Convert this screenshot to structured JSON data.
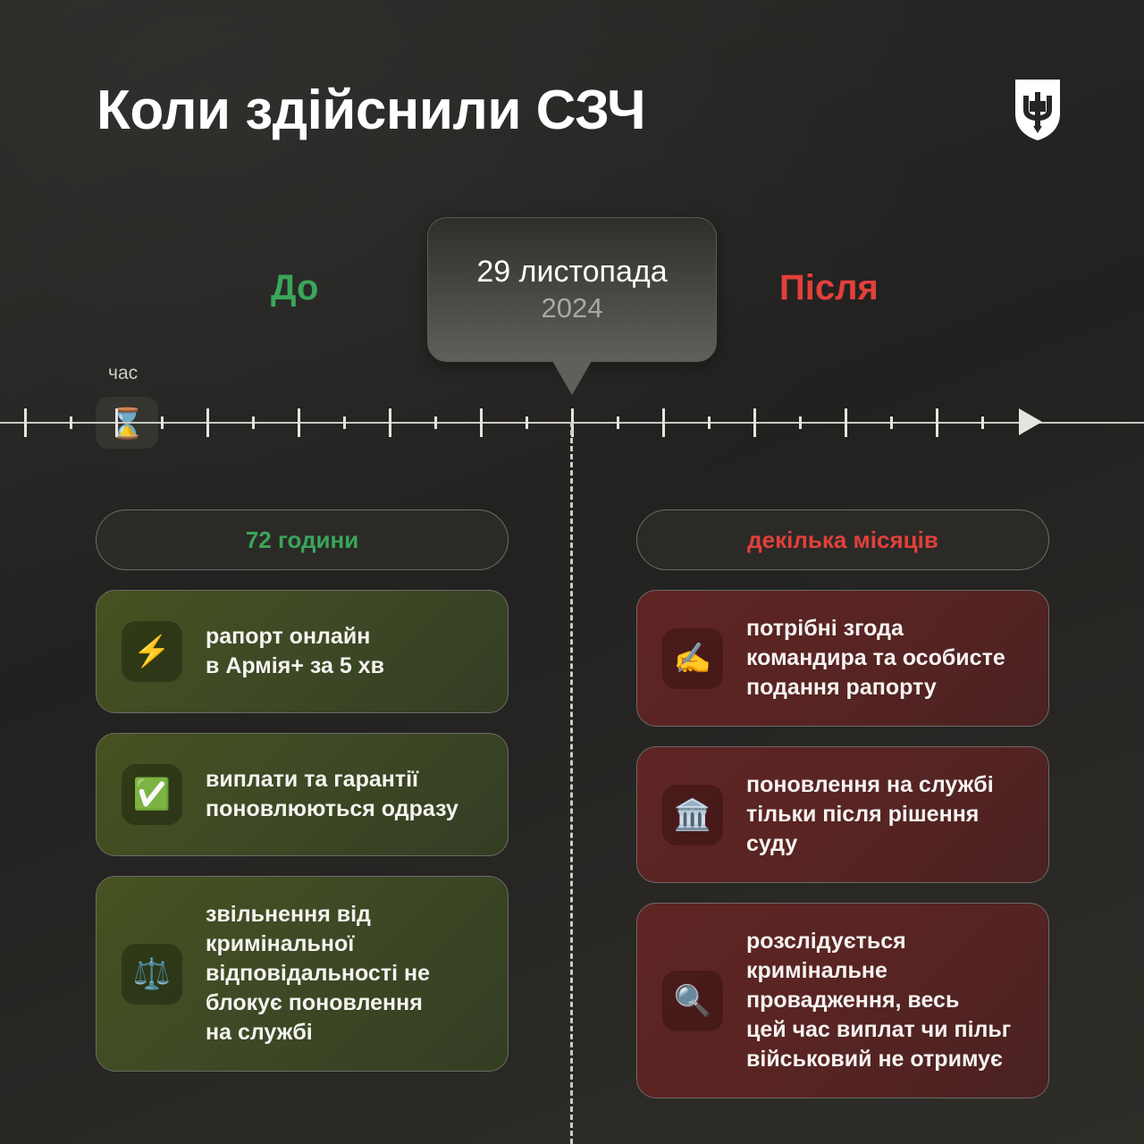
{
  "header": {
    "title": "Коли здійснили СЗЧ",
    "logo_icon": "ukraine-trident-shield-icon"
  },
  "timeline": {
    "time_label": "час",
    "hourglass_icon": "⌛",
    "arrow_icon": "right-arrow-icon",
    "major_ticks": 11,
    "tick_spacing_px": 51
  },
  "date_marker": {
    "day": "29 листопада",
    "year": "2024"
  },
  "periods": {
    "before_label": "До",
    "after_label": "Після"
  },
  "colors": {
    "background": "#262523",
    "green": "#3aa65a",
    "red": "#e2403b",
    "card_green": "#46521f",
    "card_red": "#5e2423",
    "text": "#f4f3f0",
    "muted": "#a9a8a3"
  },
  "columns": {
    "before": {
      "pill": "72 години",
      "cards": [
        {
          "icon": "⚡",
          "icon_name": "lightning-bolt-icon",
          "text": "рапорт онлайн\nв Армія+ за 5 хв"
        },
        {
          "icon": "✅",
          "icon_name": "check-mark-icon",
          "text": "виплати та гарантії\nпоновлюються одразу"
        },
        {
          "icon": "⚖️",
          "icon_name": "balance-scales-icon",
          "text": "звільнення від\nкримінальної\nвідповідальності не\nблокує поновлення\nна службі"
        }
      ]
    },
    "after": {
      "pill": "декілька місяців",
      "cards": [
        {
          "icon": "✍️",
          "icon_name": "writing-hand-icon",
          "text": "потрібні згода\nкомандира та особисте\nподання рапорту"
        },
        {
          "icon": "🏛️",
          "icon_name": "classical-building-icon",
          "text": "поновлення на службі\nтільки після рішення\nсуду"
        },
        {
          "icon": "🔍",
          "icon_name": "magnifying-glass-icon",
          "text": "розслідується\nкримінальне\nпровадження, весь\nцей час виплат чи пільг\nвійськовий не отримує"
        }
      ]
    }
  }
}
